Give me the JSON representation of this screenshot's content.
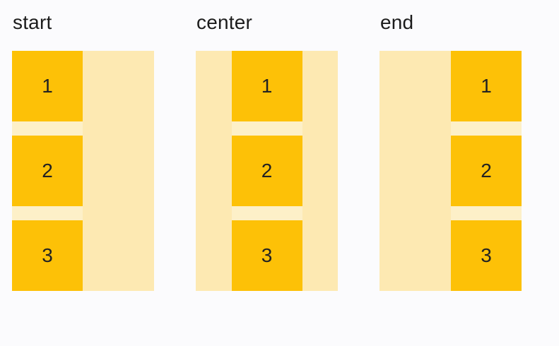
{
  "demos": [
    {
      "label": "start",
      "alignment": "start",
      "items": [
        "1",
        "2",
        "3"
      ]
    },
    {
      "label": "center",
      "alignment": "center",
      "items": [
        "1",
        "2",
        "3"
      ]
    },
    {
      "label": "end",
      "alignment": "end",
      "items": [
        "1",
        "2",
        "3"
      ]
    }
  ],
  "colors": {
    "page_bg": "#fbfbfd",
    "container_bg": "#fde9b2",
    "track_bg": "#fdf0c8",
    "item_bg": "#fdc107",
    "label_text": "#1c1c1c",
    "item_text": "#222222"
  }
}
